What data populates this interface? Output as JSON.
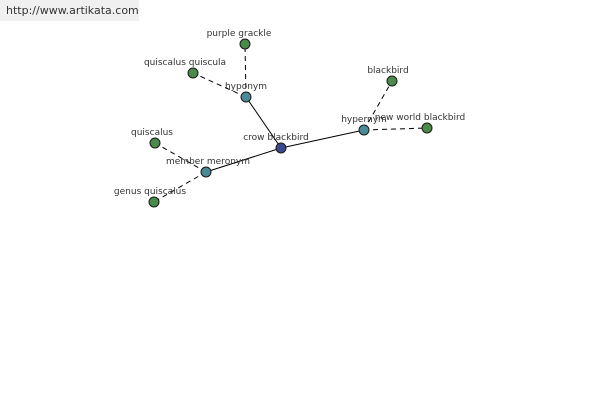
{
  "banner": {
    "url": "http://www.artikata.com"
  },
  "colors": {
    "center": "#3a4a8c",
    "relation": "#4a8a96",
    "leaf": "#4a8a4a"
  },
  "graph": {
    "nodes": [
      {
        "id": "center",
        "label": "crow blackbird",
        "kind": "center"
      },
      {
        "id": "hyponym",
        "label": "hyponym",
        "kind": "relation"
      },
      {
        "id": "hypernym",
        "label": "hypernym",
        "kind": "relation"
      },
      {
        "id": "member-meronym",
        "label": "member meronym",
        "kind": "relation"
      },
      {
        "id": "purple-grackle",
        "label": "purple grackle",
        "kind": "leaf"
      },
      {
        "id": "quiscalus-quiscula",
        "label": "quiscalus quiscula",
        "kind": "leaf"
      },
      {
        "id": "blackbird",
        "label": "blackbird",
        "kind": "leaf"
      },
      {
        "id": "new-world-blackbird",
        "label": "new world blackbird",
        "kind": "leaf"
      },
      {
        "id": "quiscalus",
        "label": "quiscalus",
        "kind": "leaf"
      },
      {
        "id": "genus-quiscalus",
        "label": "genus quiscalus",
        "kind": "leaf"
      }
    ],
    "edges": [
      {
        "from": "center",
        "to": "hyponym",
        "style": "solid"
      },
      {
        "from": "center",
        "to": "hypernym",
        "style": "solid"
      },
      {
        "from": "center",
        "to": "member-meronym",
        "style": "solid"
      },
      {
        "from": "hyponym",
        "to": "purple-grackle",
        "style": "dashed"
      },
      {
        "from": "hyponym",
        "to": "quiscalus-quiscula",
        "style": "dashed"
      },
      {
        "from": "hypernym",
        "to": "blackbird",
        "style": "dashed"
      },
      {
        "from": "hypernym",
        "to": "new-world-blackbird",
        "style": "dashed"
      },
      {
        "from": "member-meronym",
        "to": "quiscalus",
        "style": "dashed"
      },
      {
        "from": "member-meronym",
        "to": "genus-quiscalus",
        "style": "dashed"
      }
    ]
  }
}
